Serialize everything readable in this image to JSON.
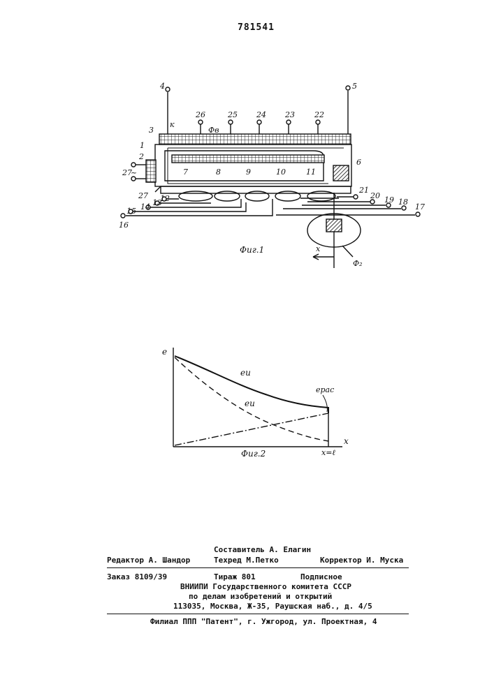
{
  "patent_number": "781541",
  "figure1": {
    "caption": "Фиг.1",
    "labels": {
      "n1": "1",
      "n2": "2",
      "n3": "3",
      "n4": "4",
      "n5": "5",
      "n6": "6",
      "n7": "7",
      "n8": "8",
      "n9": "9",
      "n10": "10",
      "n11": "11",
      "n12": "12",
      "n13": "13",
      "n14": "14",
      "n15": "15",
      "n16": "16",
      "n17": "17",
      "n18": "18",
      "n19": "19",
      "n20": "20",
      "n21": "21",
      "n22": "22",
      "n23": "23",
      "n24": "24",
      "n25": "25",
      "n26": "26",
      "n27a": "27",
      "n27b": "27",
      "ac": "~",
      "k": "к",
      "phi_v": "Фв",
      "phi_2": "Ф₂",
      "x": "x"
    }
  },
  "figure2": {
    "caption": "Фиг.2",
    "y_axis": "e",
    "x_axis": "x",
    "x_end": "x=ℓ",
    "curve_labels": {
      "upper": "eи",
      "dashed": "eи",
      "rising": "eрас"
    }
  },
  "footer": {
    "compiler": "Составитель А. Елагин",
    "editor": "Редактор А. Шандор",
    "techred": "Техред М.Петко",
    "corrector": "Корректор И. Муска",
    "order": "Заказ 8109/39",
    "circulation": "Тираж 801",
    "subscription": "Подписное",
    "org_line1": "ВНИИПИ Государственного комитета СССР",
    "org_line2": "по делам изобретений и открытий",
    "address": "113035, Москва, Ж-35, Раушская наб., д. 4/5",
    "branch": "Филиал ППП \"Патент\", г. Ужгород, ул. Проектная, 4"
  }
}
